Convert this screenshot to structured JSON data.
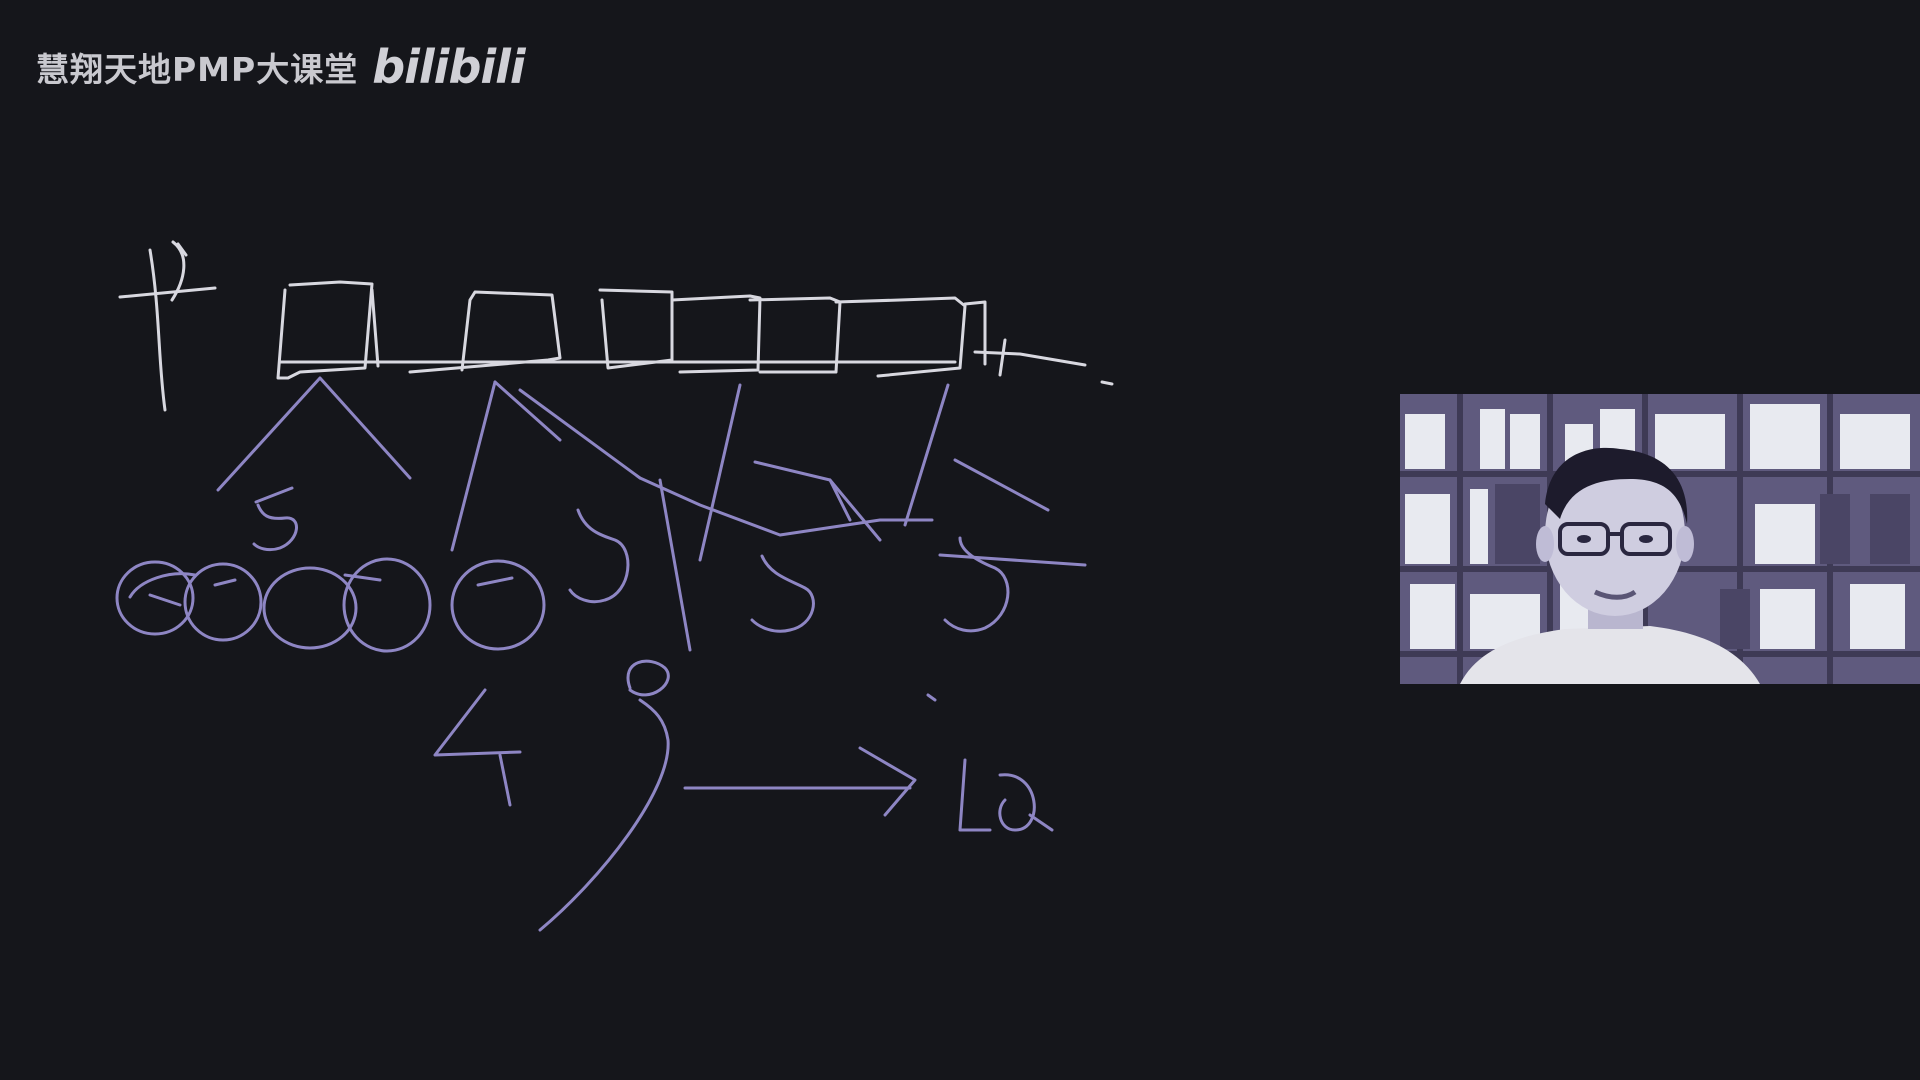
{
  "watermark": {
    "channel": "慧翔天地PMP大课堂",
    "platform": "bilibili"
  },
  "colors": {
    "background": "#15161b",
    "ink_white": "#d8d8e0",
    "ink_purple": "#8e86c4"
  },
  "webcam": {
    "description": "presenter-webcam"
  }
}
